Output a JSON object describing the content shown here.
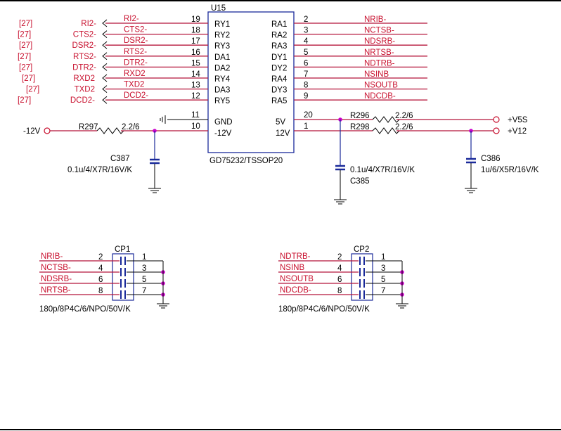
{
  "chip": {
    "ref": "U15",
    "part": "GD75232/TSSOP20",
    "left_pins": [
      {
        "num": "19",
        "name": "RY1",
        "net": "RI2-",
        "ext": "RI2-",
        "page": "[27]"
      },
      {
        "num": "18",
        "name": "RY2",
        "net": "CTS2-",
        "ext": "CTS2-",
        "page": "[27]"
      },
      {
        "num": "17",
        "name": "RY3",
        "net": "DSR2-",
        "ext": "DSR2-",
        "page": "[27]"
      },
      {
        "num": "16",
        "name": "DA1",
        "net": "RTS2-",
        "ext": "RTS2-",
        "page": "[27]"
      },
      {
        "num": "15",
        "name": "DA2",
        "net": "DTR2-",
        "ext": "DTR2-",
        "page": "[27]"
      },
      {
        "num": "14",
        "name": "RY4",
        "net": "RXD2",
        "ext": "RXD2",
        "page": "[27]"
      },
      {
        "num": "13",
        "name": "DA3",
        "net": "TXD2",
        "ext": "TXD2",
        "page": "[27]"
      },
      {
        "num": "12",
        "name": "RY5",
        "net": "DCD2-",
        "ext": "DCD2-",
        "page": "[27]"
      }
    ],
    "right_pins": [
      {
        "num": "2",
        "name": "RA1",
        "net": "NRIB-"
      },
      {
        "num": "3",
        "name": "RA2",
        "net": "NCTSB-"
      },
      {
        "num": "4",
        "name": "RA3",
        "net": "NDSRB-"
      },
      {
        "num": "5",
        "name": "DY1",
        "net": "NRTSB-"
      },
      {
        "num": "6",
        "name": "DY2",
        "net": "NDTRB-"
      },
      {
        "num": "7",
        "name": "RA4",
        "net": "NSINB"
      },
      {
        "num": "8",
        "name": "DY3",
        "net": "NSOUTB"
      },
      {
        "num": "9",
        "name": "RA5",
        "net": "NDCDB-"
      }
    ],
    "power_left": [
      {
        "num": "11",
        "name": "GND"
      },
      {
        "num": "10",
        "name": "-12V"
      }
    ],
    "power_right": [
      {
        "num": "20",
        "name": "5V"
      },
      {
        "num": "1",
        "name": "12V"
      }
    ]
  },
  "power": {
    "neg12_label": "-12V",
    "r297": {
      "ref": "R297",
      "val": "2.2/6"
    },
    "c387": {
      "ref": "C387",
      "val": "0.1u/4/X7R/16V/K"
    },
    "r296": {
      "ref": "R296",
      "val": "2.2/6"
    },
    "r298": {
      "ref": "R298",
      "val": "2.2/6"
    },
    "c385": {
      "ref": "C385",
      "val": "0.1u/4/X7R/16V/K"
    },
    "c386": {
      "ref": "C386",
      "val": "1u/6/X5R/16V/K"
    },
    "v5s_label": "+V5S",
    "v12_label": "+V12"
  },
  "cp1": {
    "ref": "CP1",
    "val": "180p/8P4C/6/NPO/50V/K",
    "left_nums": [
      "2",
      "4",
      "6",
      "8"
    ],
    "right_nums": [
      "1",
      "3",
      "5",
      "7"
    ],
    "nets": [
      "NRIB-",
      "NCTSB-",
      "NDSRB-",
      "NRTSB-"
    ]
  },
  "cp2": {
    "ref": "CP2",
    "val": "180p/8P4C/6/NPO/50V/K",
    "left_nums": [
      "2",
      "4",
      "6",
      "8"
    ],
    "right_nums": [
      "1",
      "3",
      "5",
      "7"
    ],
    "nets": [
      "NDTRB-",
      "NSINB",
      "NSOUTB",
      "NDCDB-"
    ]
  },
  "colors": {
    "net_red": "#c8102e",
    "wire_red": "#b5143a",
    "blue": "#1a2a9a",
    "junction": "#cc00cc"
  }
}
